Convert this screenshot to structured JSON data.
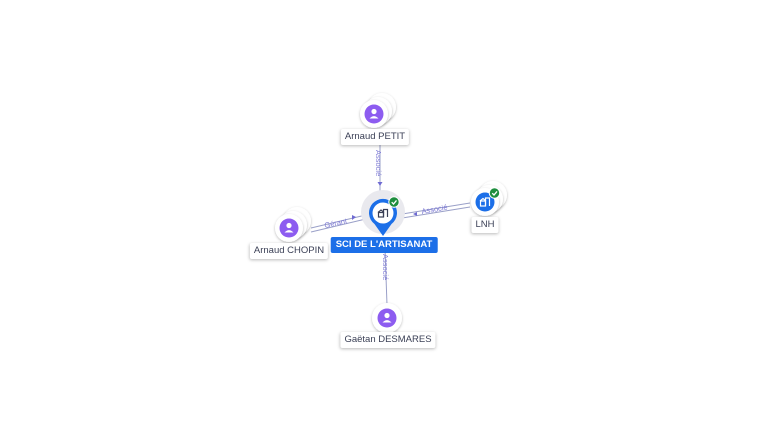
{
  "colors": {
    "person": "#8d5cf0",
    "company": "#1c6fe8",
    "verified": "#1e8e3e",
    "edge": "#9aa0c8",
    "edge_label": "#7f7bd6"
  },
  "nodes": {
    "center": {
      "label": "SCI DE L'ARTISANAT",
      "icon": "building-icon",
      "verified": true
    },
    "top": {
      "label": "Arnaud PETIT",
      "icon": "person-icon"
    },
    "left": {
      "label": "Arnaud CHOPIN",
      "icon": "person-icon"
    },
    "right": {
      "label": "LNH",
      "icon": "building-icon",
      "verified": true
    },
    "bottom": {
      "label": "Gaëtan DESMARES",
      "icon": "person-icon"
    }
  },
  "edges": {
    "top": {
      "label": "Associé"
    },
    "left": {
      "label": "Gérant"
    },
    "right": {
      "label": "Associé"
    },
    "bottom": {
      "label": "Associé"
    }
  }
}
